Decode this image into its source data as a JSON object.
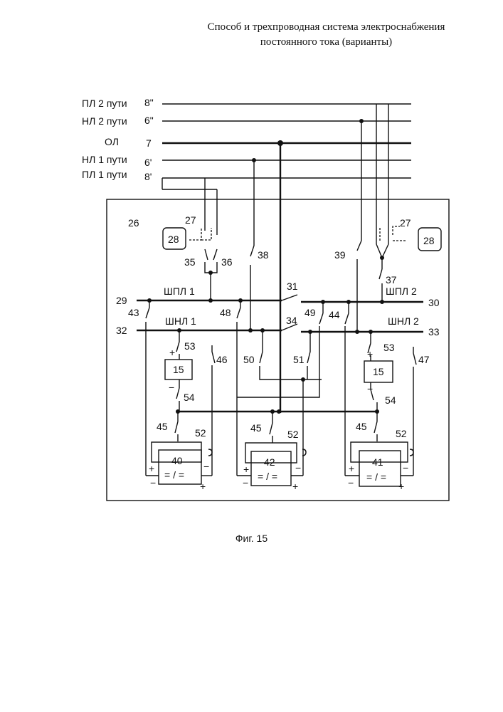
{
  "header": {
    "line1": "Способ и трехпроводная система электроснабжения",
    "line2": "постоянного тока (варианты)"
  },
  "lines": {
    "pl2": {
      "name": "ПЛ 2 пути",
      "num": "8\""
    },
    "nl2": {
      "name": "НЛ 2 пути",
      "num": "6\""
    },
    "ol": {
      "name": "ОЛ",
      "num": "7"
    },
    "nl1": {
      "name": "НЛ 1 пути",
      "num": "6'"
    },
    "pl1": {
      "name": "ПЛ 1 пути",
      "num": "8'"
    }
  },
  "buses": {
    "shpl1": "ШПЛ 1",
    "shpl2": "ШПЛ 2",
    "shnl1": "ШНЛ 1",
    "shnl2": "ШНЛ 2"
  },
  "labels": {
    "n26": "26",
    "n27": "27",
    "n28": "28",
    "n29": "29",
    "n30": "30",
    "n31": "31",
    "n32": "32",
    "n33": "33",
    "n34": "34",
    "n35": "35",
    "n36": "36",
    "n37": "37",
    "n38": "38",
    "n39": "39",
    "n43": "43",
    "n44": "44",
    "n45": "45",
    "n46": "46",
    "n47": "47",
    "n48": "48",
    "n49": "49",
    "n50": "50",
    "n51": "51",
    "n52": "52",
    "n53": "53",
    "n54": "54",
    "n15": "15",
    "n40": "40",
    "n41": "41",
    "n42": "42",
    "conv": "= / =",
    "plus": "+",
    "minus": "−"
  },
  "caption": "Фиг. 15"
}
